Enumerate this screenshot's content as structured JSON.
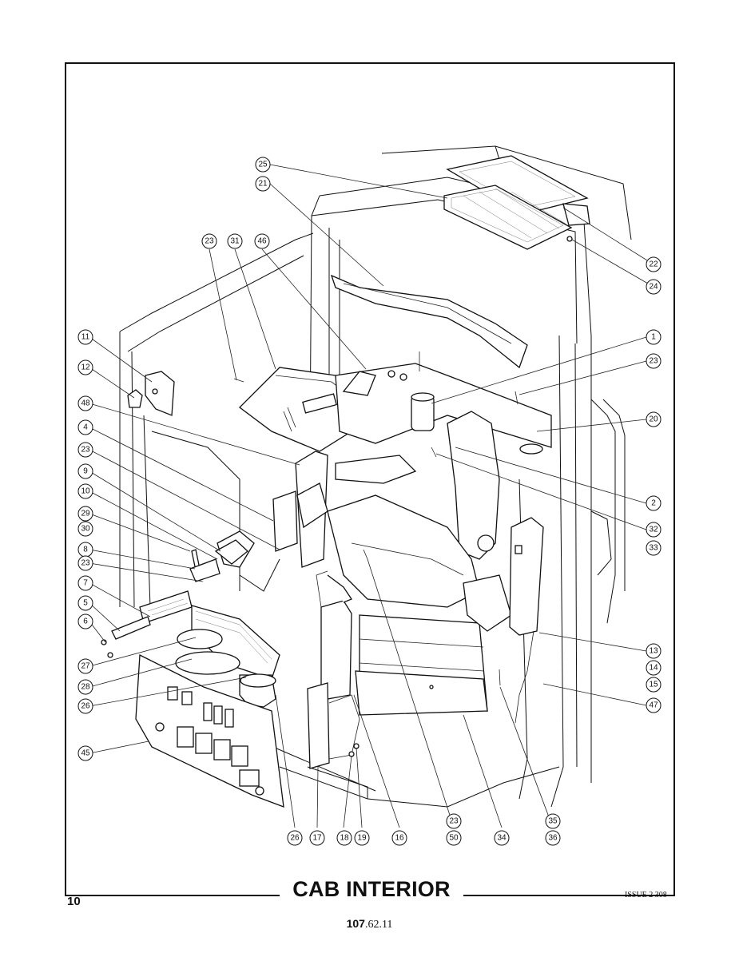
{
  "page": {
    "title": "CAB INTERIOR",
    "page_number": "10",
    "issue": "ISSUE 2 308",
    "doc_number_bold": "107",
    "doc_number_rest": ".62.11"
  },
  "callouts": {
    "c25": "25",
    "c21": "21",
    "c23a": "23",
    "c31": "31",
    "c46": "46",
    "c22": "22",
    "c24": "24",
    "c1": "1",
    "c23b": "23",
    "c20": "20",
    "c11": "11",
    "c12": "12",
    "c48": "48",
    "c4": "4",
    "c23c": "23",
    "c9": "9",
    "c10": "10",
    "c29": "29",
    "c30": "30",
    "c8": "8",
    "c23d": "23",
    "c7": "7",
    "c5": "5",
    "c6": "6",
    "c27": "27",
    "c28": "28",
    "c26a": "26",
    "c45": "45",
    "c2": "2",
    "c32": "32",
    "c33": "33",
    "c13": "13",
    "c14": "14",
    "c15": "15",
    "c47": "47",
    "c26b": "26",
    "c17": "17",
    "c18": "18",
    "c19": "19",
    "c16": "16",
    "c23e": "23",
    "c50": "50",
    "c34": "34",
    "c35": "35",
    "c36": "36"
  }
}
